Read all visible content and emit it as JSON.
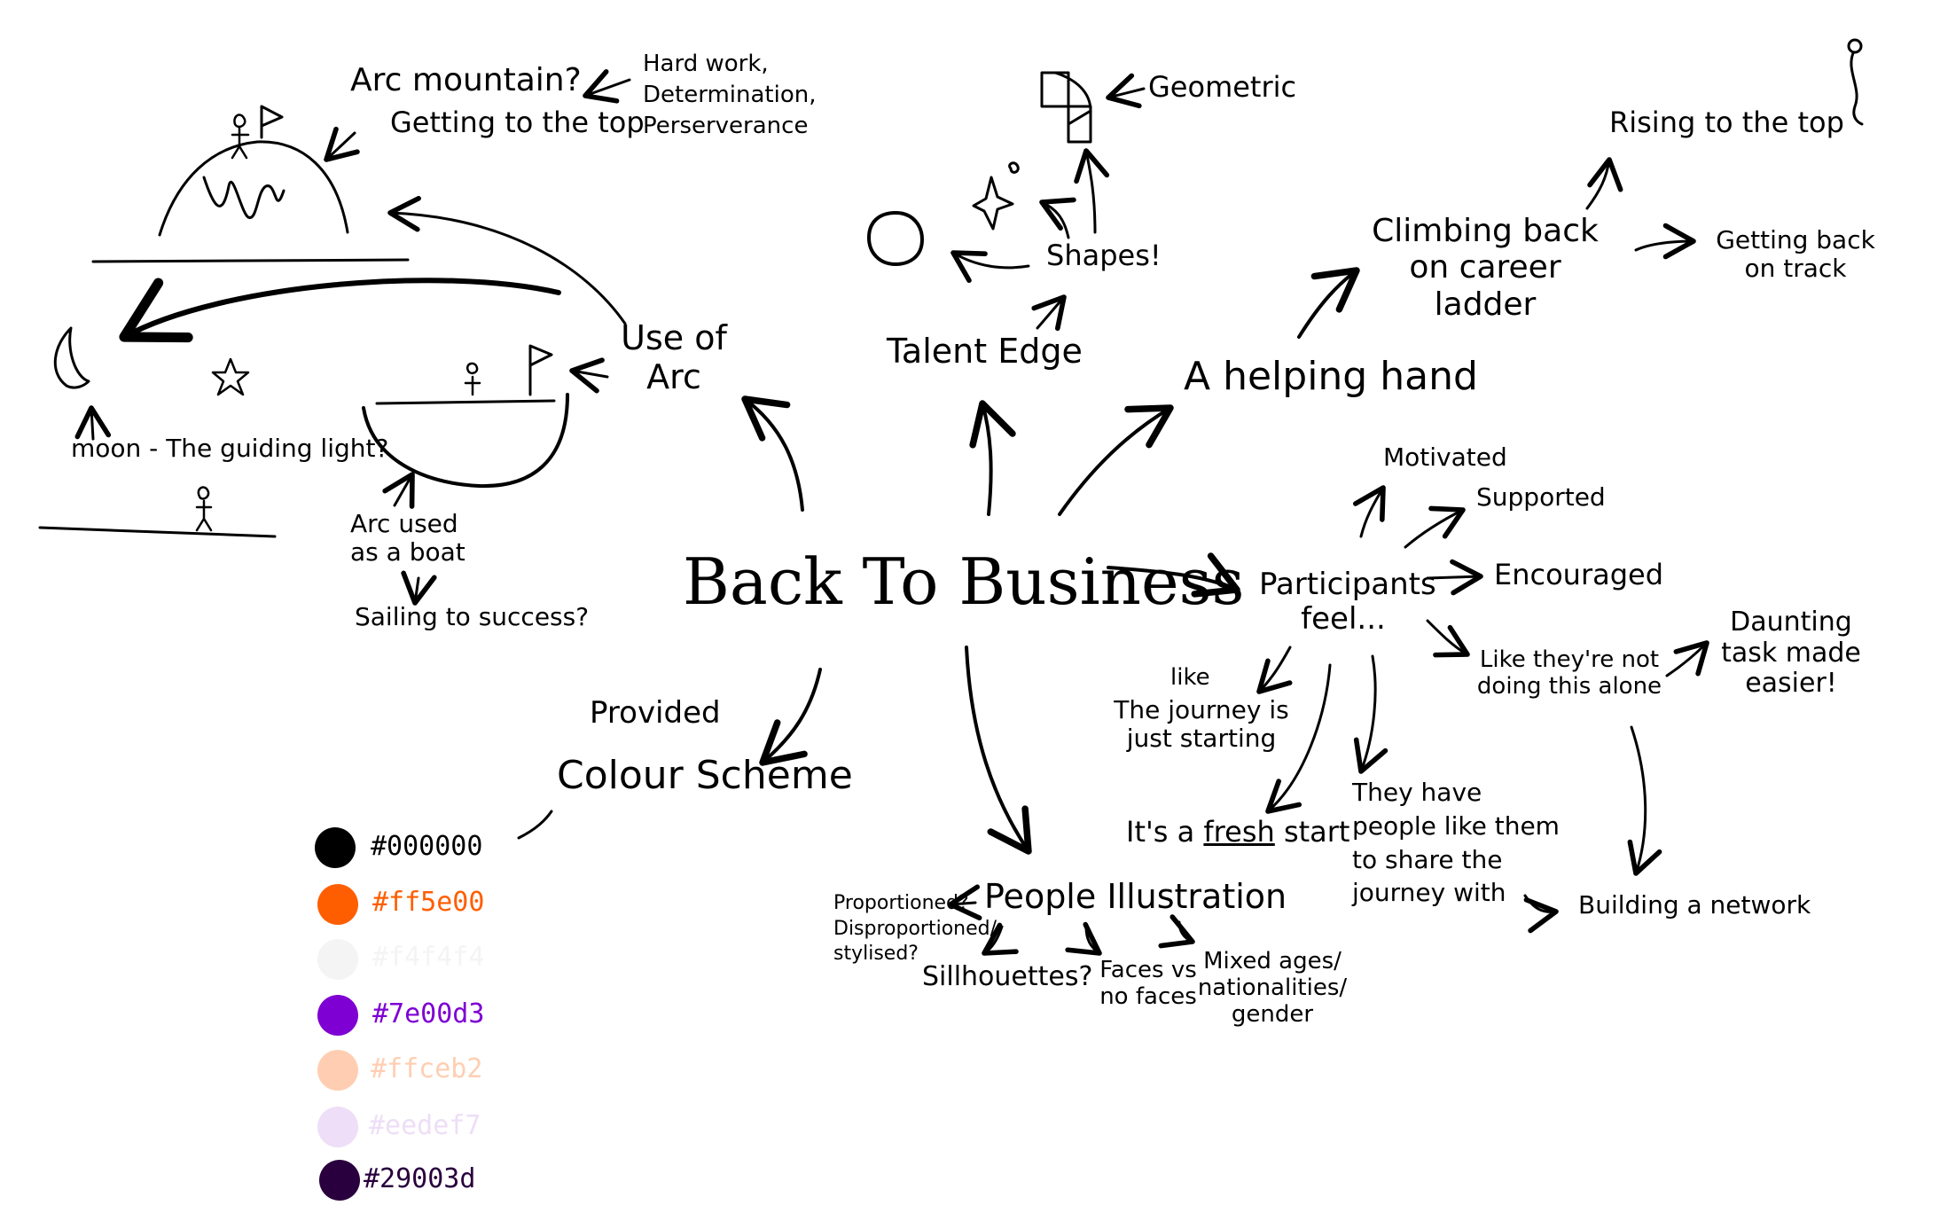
{
  "diagram": {
    "central": "Back To Business",
    "arc": {
      "branch": "Use of Arc",
      "mountain_title": "Arc mountain?",
      "mountain_sub": "Getting to the top",
      "mountain_note": "Hard work, Determination, Perserverance",
      "moon_note": "moon - The guiding light?",
      "boat_note": "Arc used as a boat",
      "sailing_note": "Sailing to success?"
    },
    "talent": {
      "branch": "Talent Edge",
      "shapes": "Shapes!",
      "geometric": "Geometric"
    },
    "helping": {
      "branch": "A helping hand",
      "climbing": "Climbing back on career ladder",
      "rising": "Rising to the top",
      "getting_back": "Getting back on track"
    },
    "participants": {
      "branch": "Participants feel...",
      "motivated": "Motivated",
      "supported": "Supported",
      "encouraged": "Encouraged",
      "not_alone": "Like they're not doing this alone",
      "daunting": "Daunting task made easier!",
      "journey_like": "like",
      "journey_start": "The journey is just starting",
      "fresh_prefix": "It's a",
      "fresh_word": "fresh",
      "fresh_suffix": "start",
      "share": "They have people like them to share the journey with",
      "network": "Building a network"
    },
    "people": {
      "branch": "People Illustration",
      "proportioned": "Proportioned? Disproportioned/ stylised?",
      "silhouettes": "Sillhouettes?",
      "faces": "Faces vs no faces",
      "mixed": "Mixed ages/ nationalities/ gender"
    },
    "colour": {
      "provided": "Provided",
      "title": "Colour Scheme",
      "swatches": [
        {
          "hex": "#000000",
          "color": "#000000"
        },
        {
          "hex": "#ff5e00",
          "color": "#ff5e00"
        },
        {
          "hex": "#f4f4f4",
          "color": "#f4f4f4"
        },
        {
          "hex": "#7e00d3",
          "color": "#7e00d3"
        },
        {
          "hex": "#ffceb2",
          "color": "#ffceb2"
        },
        {
          "hex": "#eedef7",
          "color": "#eedef7"
        },
        {
          "hex": "#29003d",
          "color": "#29003d"
        }
      ]
    }
  }
}
